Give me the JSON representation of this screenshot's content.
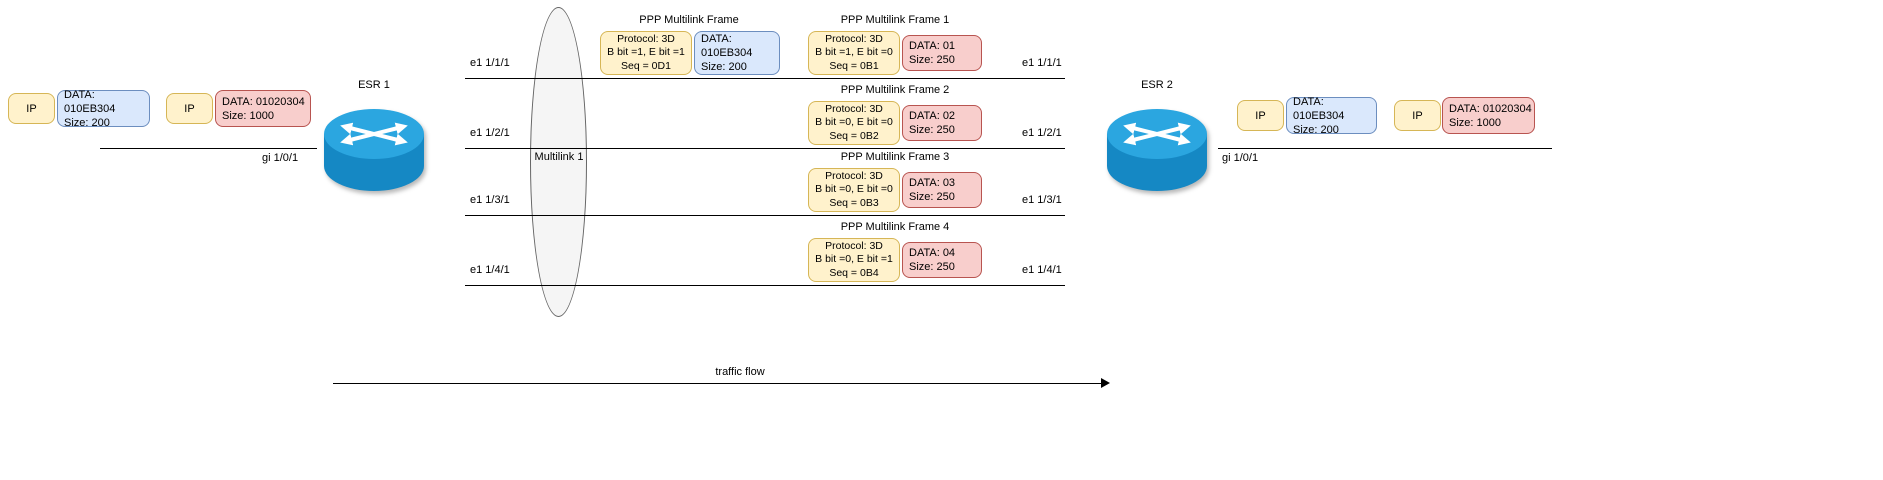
{
  "left": {
    "router_label": "ESR 1",
    "interface_label": "gi 1/0/1",
    "packets": [
      {
        "header": "IP",
        "data": "DATA: 010EB304",
        "size": "Size: 200"
      },
      {
        "header": "IP",
        "data": "DATA: 01020304",
        "size": "Size: 1000"
      }
    ]
  },
  "right": {
    "router_label": "ESR 2",
    "interface_label": "gi 1/0/1",
    "packets": [
      {
        "header": "IP",
        "data": "DATA: 010EB304",
        "size": "Size: 200"
      },
      {
        "header": "IP",
        "data": "DATA: 01020304",
        "size": "Size: 1000"
      }
    ]
  },
  "multilink_label": "Multilink 1",
  "links": [
    {
      "left_label": "e1 1/1/1",
      "right_label": "e1 1/1/1"
    },
    {
      "left_label": "e1 1/2/1",
      "right_label": "e1 1/2/1"
    },
    {
      "left_label": "e1 1/3/1",
      "right_label": "e1 1/3/1"
    },
    {
      "left_label": "e1 1/4/1",
      "right_label": "e1 1/4/1"
    }
  ],
  "original_frame": {
    "title": "PPP Multilink Frame",
    "protocol": "Protocol: 3D",
    "bits": "B bit =1, E bit =1",
    "seq": "Seq = 0D1",
    "data": "DATA: 010EB304",
    "size": "Size: 200"
  },
  "fragments": [
    {
      "title": "PPP Multilink Frame 1",
      "protocol": "Protocol: 3D",
      "bits": "B bit =1, E bit =0",
      "seq": "Seq = 0B1",
      "data": "DATA: 01",
      "size": "Size: 250"
    },
    {
      "title": "PPP Multilink Frame 2",
      "protocol": "Protocol: 3D",
      "bits": "B bit =0, E bit =0",
      "seq": "Seq = 0B2",
      "data": "DATA: 02",
      "size": "Size: 250"
    },
    {
      "title": "PPP Multilink Frame 3",
      "protocol": "Protocol: 3D",
      "bits": "B bit =0, E bit =0",
      "seq": "Seq = 0B3",
      "data": "DATA: 03",
      "size": "Size: 250"
    },
    {
      "title": "PPP Multilink Frame 4",
      "protocol": "Protocol: 3D",
      "bits": "B bit =0, E bit =1",
      "seq": "Seq = 0B4",
      "data": "DATA: 04",
      "size": "Size: 250"
    }
  ],
  "traffic_flow_label": "traffic flow",
  "colors": {
    "yellow_fill": "#FFF2CC",
    "yellow_stroke": "#D6B656",
    "blue_fill": "#DAE8FC",
    "blue_stroke": "#6C8EBF",
    "red_fill": "#F8CECC",
    "red_stroke": "#B85450",
    "router_top": "#2BA6E0",
    "router_body": "#1588C4"
  }
}
